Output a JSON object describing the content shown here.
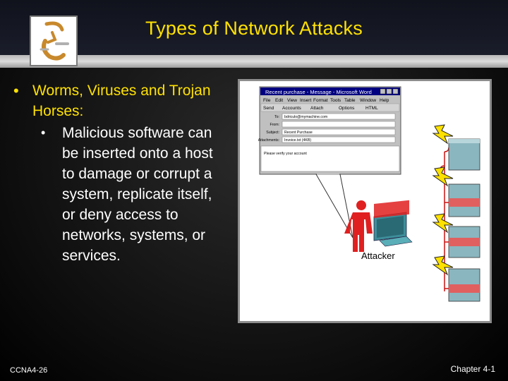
{
  "slide": {
    "title": "Types of Network Attacks",
    "bullet_1": "Worms, Viruses and Trojan Horses:",
    "bullet_1_1": "Malicious software can be inserted onto a host to damage or corrupt a system, replicate itself, or deny access to networks, systems, or services."
  },
  "figure": {
    "window_title": "Recent purchase - Message - Microsoft Word",
    "menu": [
      "File",
      "Edit",
      "View",
      "Insert",
      "Format",
      "Tools",
      "Table",
      "Window",
      "Help"
    ],
    "toolbar": [
      "Send",
      "Accounts",
      "Attach",
      "Options",
      "HTML"
    ],
    "fields": [
      {
        "label": "To:",
        "value": "bdriculo@mymachine.com"
      },
      {
        "label": "From:",
        "value": ""
      },
      {
        "label": "Subject:",
        "value": "Recent Purchase"
      },
      {
        "label": "Attachments:",
        "value": "Invoice.txt (4KB)"
      }
    ],
    "body_text": "Please verify your account",
    "attacker_label": "Attacker"
  },
  "footer": {
    "left": "CCNA4-26",
    "right": "Chapter 4-1"
  },
  "colors": {
    "title": "#ffe100",
    "bullet_text": "#ffffff",
    "attacker": "#e02020",
    "link": "#cc1111",
    "bolt": "#ffe100"
  }
}
